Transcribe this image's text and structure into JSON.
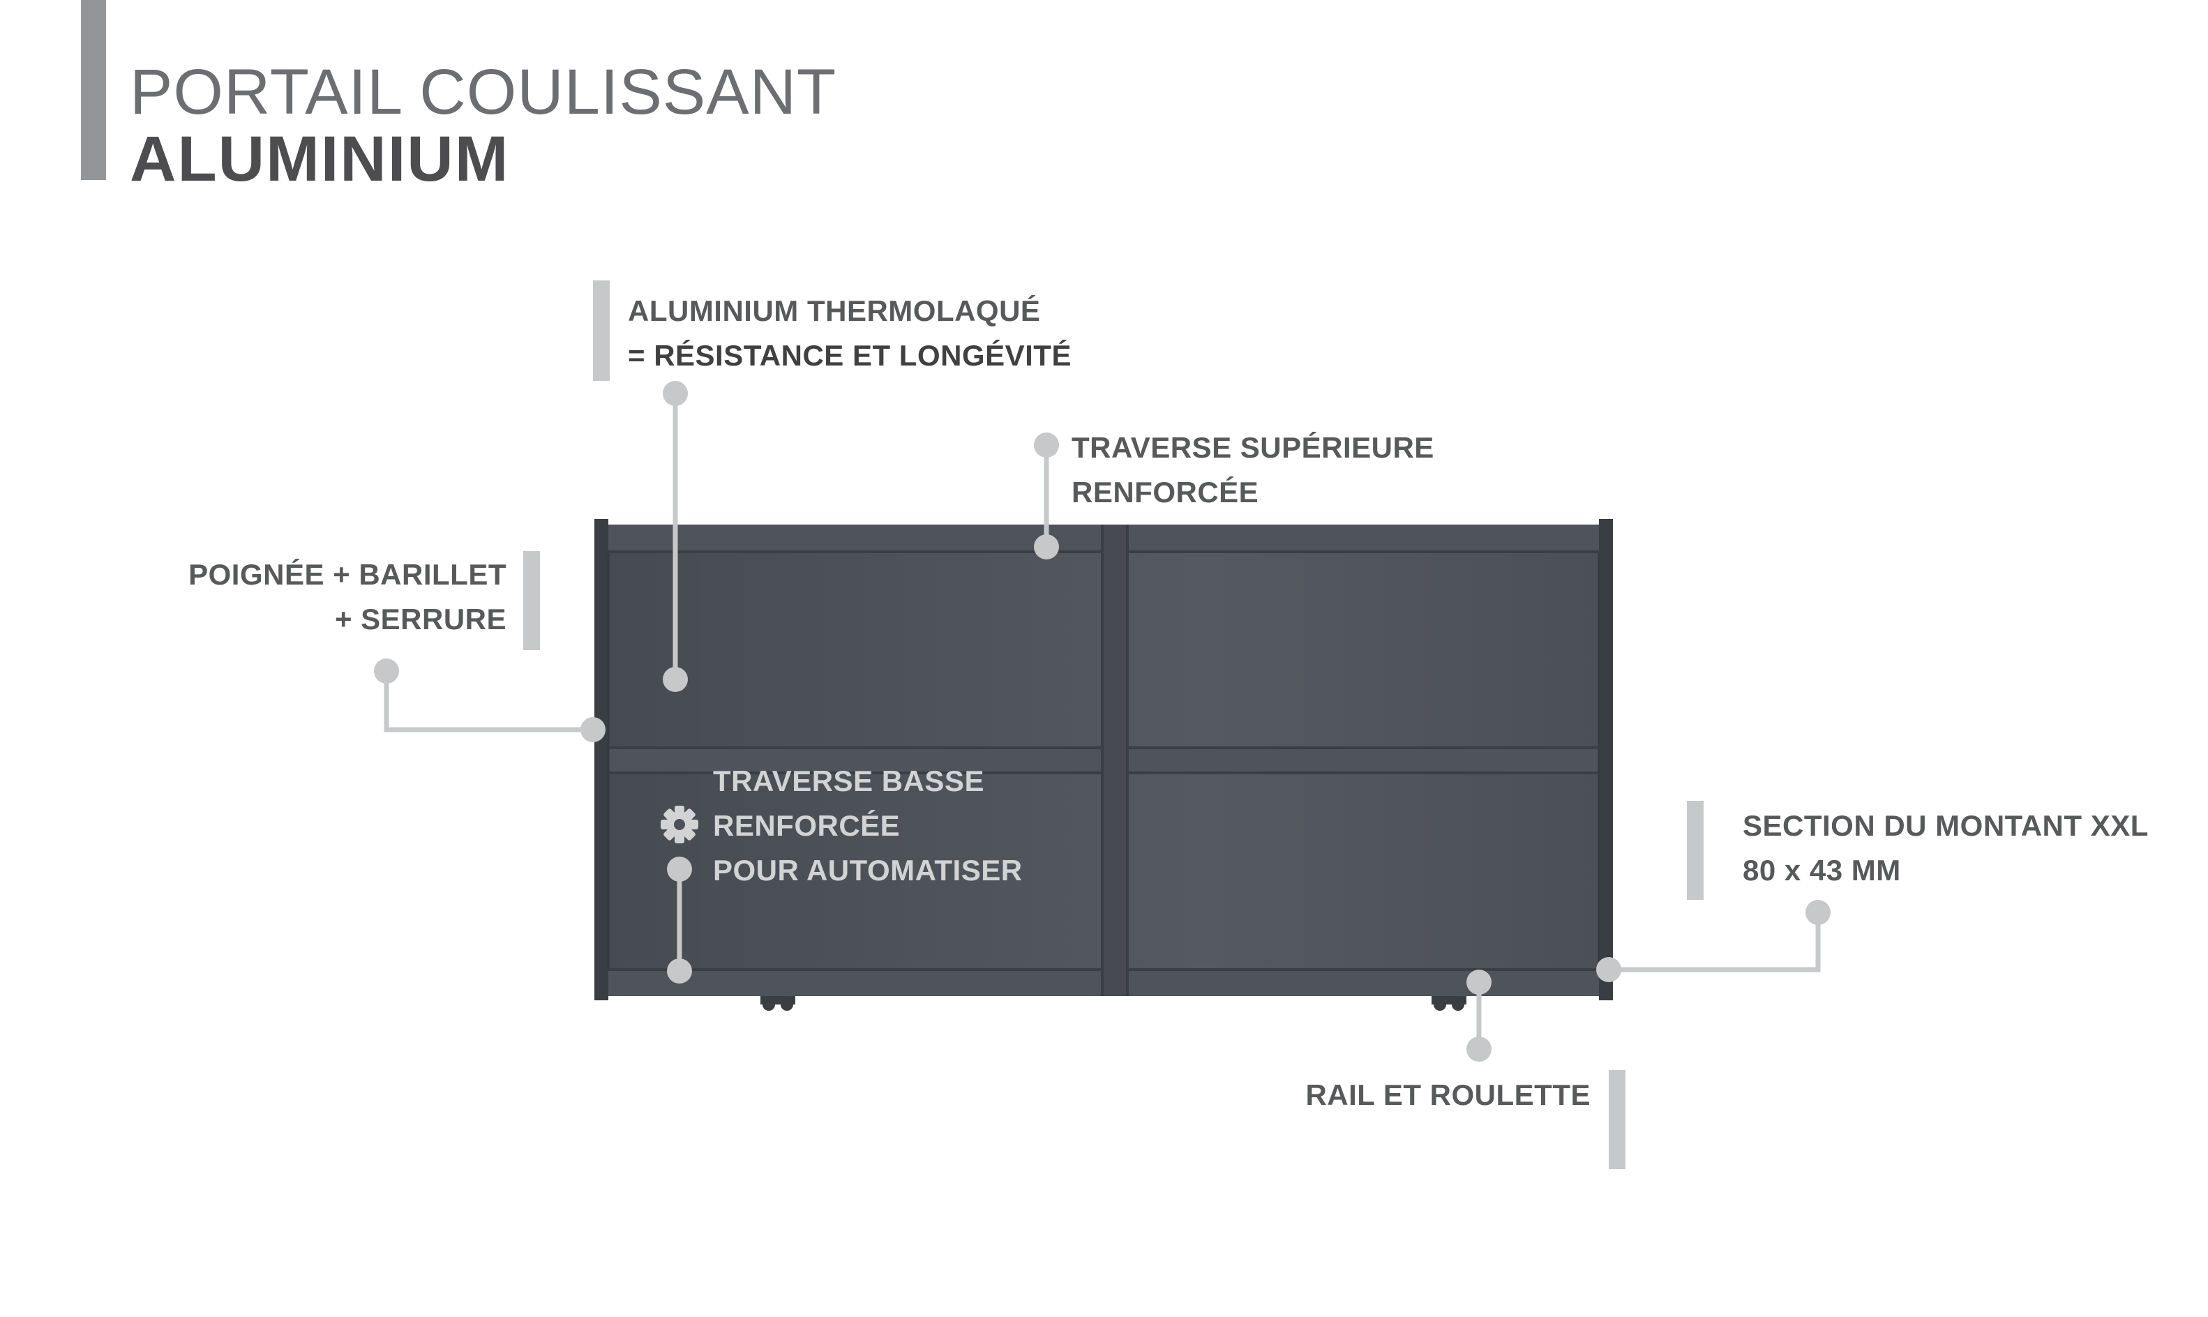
{
  "title": {
    "line1": "PORTAIL COULISSANT",
    "line2": "ALUMINIUM"
  },
  "callouts": {
    "aluminium": {
      "line1": "ALUMINIUM THERMOLAQUÉ",
      "line2": "= RÉSISTANCE ET LONGÉVITÉ"
    },
    "traverse_superieure": {
      "line1": "TRAVERSE SUPÉRIEURE",
      "line2": "RENFORCÉE"
    },
    "poignee": {
      "line1": "POIGNÉE + BARILLET",
      "line2": "+ SERRURE"
    },
    "traverse_basse": {
      "line1": "TRAVERSE BASSE",
      "line2": "RENFORCÉE",
      "line3": "POUR AUTOMATISER"
    },
    "section_montant": {
      "line1": "SECTION DU MONTANT XXL",
      "line2": "80 x 43 MM"
    },
    "rail": {
      "line1": "RAIL ET ROULETTE"
    }
  },
  "colors": {
    "gate": "#4a4e55",
    "gate_frame": "#3a3d42",
    "callout_line": "#c7c8ca",
    "accent": "#939598"
  },
  "icons": {
    "automation": "gear-icon"
  }
}
